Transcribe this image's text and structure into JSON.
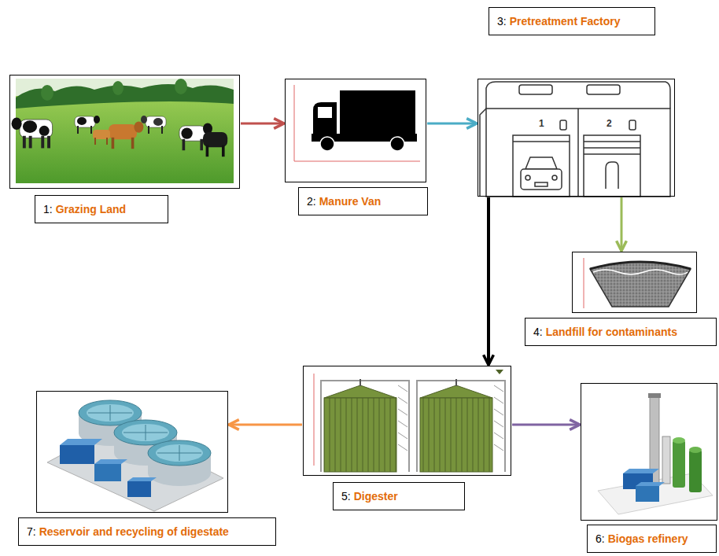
{
  "diagram": {
    "nodes": [
      {
        "text": [
          "1:",
          "Grazing Land"
        ]
      },
      {
        "text": [
          "2:",
          "Manure Van"
        ]
      },
      {
        "text": [
          "3:",
          "Pretreatment Factory"
        ]
      },
      {
        "text": [
          "4:",
          "Landfill for contaminants"
        ]
      },
      {
        "text": [
          "5:",
          "Digester"
        ]
      },
      {
        "text": [
          "6:",
          "Biogas refinery"
        ]
      },
      {
        "text": [
          "7:",
          "Reservoir and recycling of digestate"
        ]
      }
    ],
    "edges": [
      {
        "from": 0,
        "to": 1,
        "arrow": "to"
      },
      {
        "from": 1,
        "to": 2,
        "arrow": "to"
      },
      {
        "from": 2,
        "to": 3,
        "arrow": "to"
      },
      {
        "from": 2,
        "to": 4,
        "arrow": "to"
      },
      {
        "from": 4,
        "to": 6,
        "arrow": "to"
      },
      {
        "from": 4,
        "to": 5,
        "arrow": "to"
      }
    ],
    "labels": [
      "1",
      "2"
    ]
  }
}
